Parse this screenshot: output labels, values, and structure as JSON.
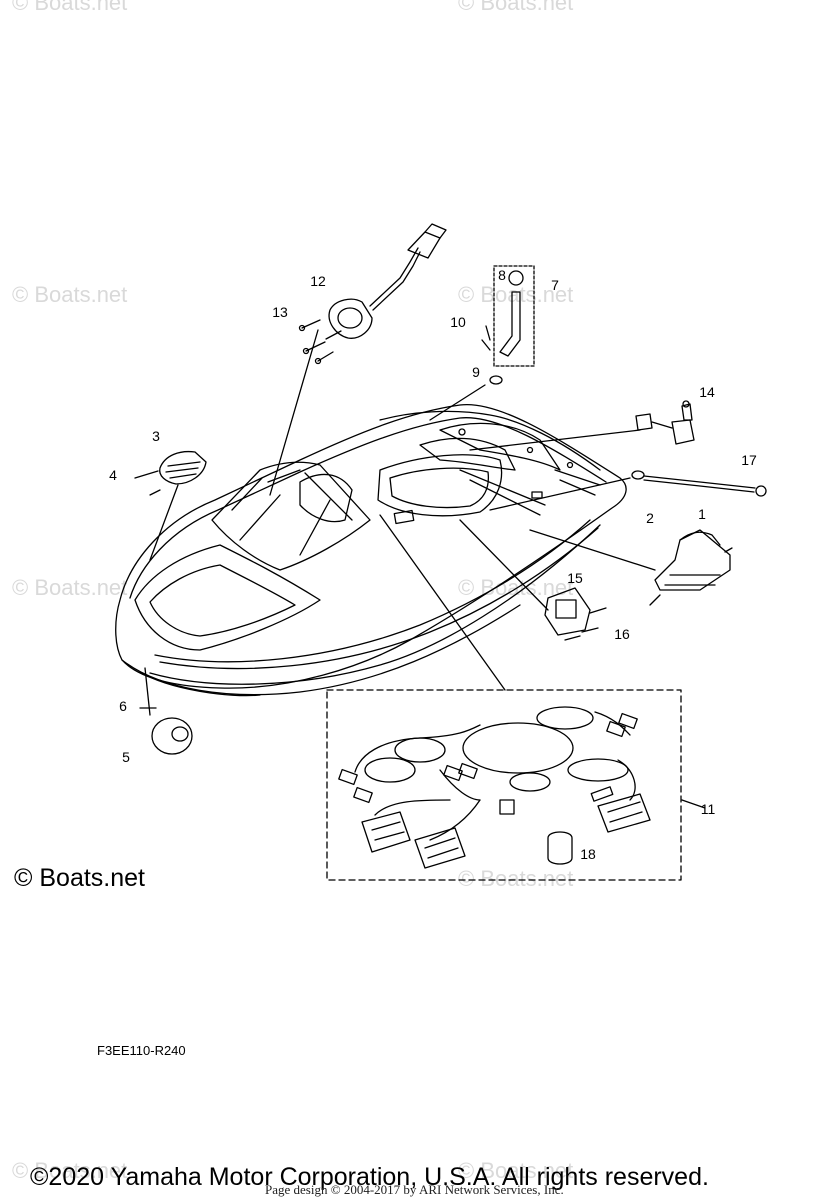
{
  "watermark": "© Boats.net",
  "callouts": {
    "c1": "1",
    "c2": "2",
    "c3": "3",
    "c4": "4",
    "c5": "5",
    "c6": "6",
    "c7": "7",
    "c8": "8",
    "c9": "9",
    "c10": "10",
    "c11": "11",
    "c12": "12",
    "c13": "13",
    "c14": "14",
    "c15": "15",
    "c16": "16",
    "c17": "17",
    "c18": "18"
  },
  "copyright_mark": "© Boats.net",
  "reference_code": "F3EE110-R240",
  "footer": {
    "copyright": "©2020 Yamaha Motor Corporation, U.S.A. All rights reserved.",
    "page_design": "Page design © 2004-2017 by ARI Network Services, Inc."
  }
}
